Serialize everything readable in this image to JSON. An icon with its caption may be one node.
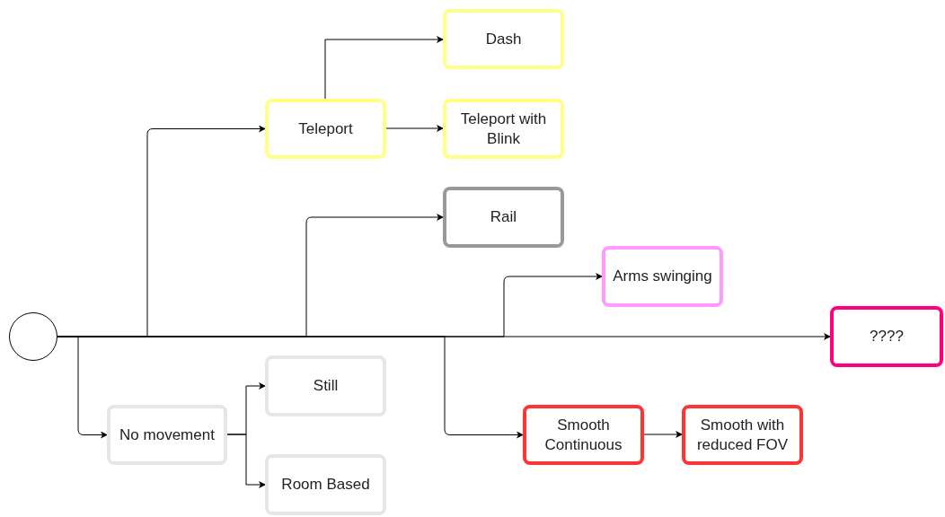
{
  "diagram": {
    "nodes": [
      {
        "text": [],
        "shape": "circle"
      },
      {
        "text": [
          "Teleport"
        ]
      },
      {
        "text": [
          "Dash"
        ]
      },
      {
        "text": [
          "Teleport with Blink"
        ]
      },
      {
        "text": [
          "Rail"
        ]
      },
      {
        "text": [
          "Arms swinging"
        ]
      },
      {
        "text": [
          "????"
        ]
      },
      {
        "text": [
          "No movement"
        ]
      },
      {
        "text": [
          "Still"
        ]
      },
      {
        "text": [
          "Room Based"
        ]
      },
      {
        "text": [
          "Smooth Continuous"
        ]
      },
      {
        "text": [
          "Smooth with reduced FOV"
        ]
      }
    ],
    "edges": [
      {
        "from": 0,
        "to": 6,
        "arrow": "to"
      },
      {
        "from": 0,
        "to": 1,
        "arrow": "to"
      },
      {
        "from": 1,
        "to": 2,
        "arrow": "to"
      },
      {
        "from": 1,
        "to": 3,
        "arrow": "to"
      },
      {
        "from": 0,
        "to": 4,
        "arrow": "to"
      },
      {
        "from": 0,
        "to": 5,
        "arrow": "to"
      },
      {
        "from": 0,
        "to": 7,
        "arrow": "to"
      },
      {
        "from": 7,
        "to": 8,
        "arrow": "to"
      },
      {
        "from": 7,
        "to": 9,
        "arrow": "to"
      },
      {
        "from": 0,
        "to": 10,
        "arrow": "to"
      },
      {
        "from": 10,
        "to": 11,
        "arrow": "to"
      }
    ]
  }
}
